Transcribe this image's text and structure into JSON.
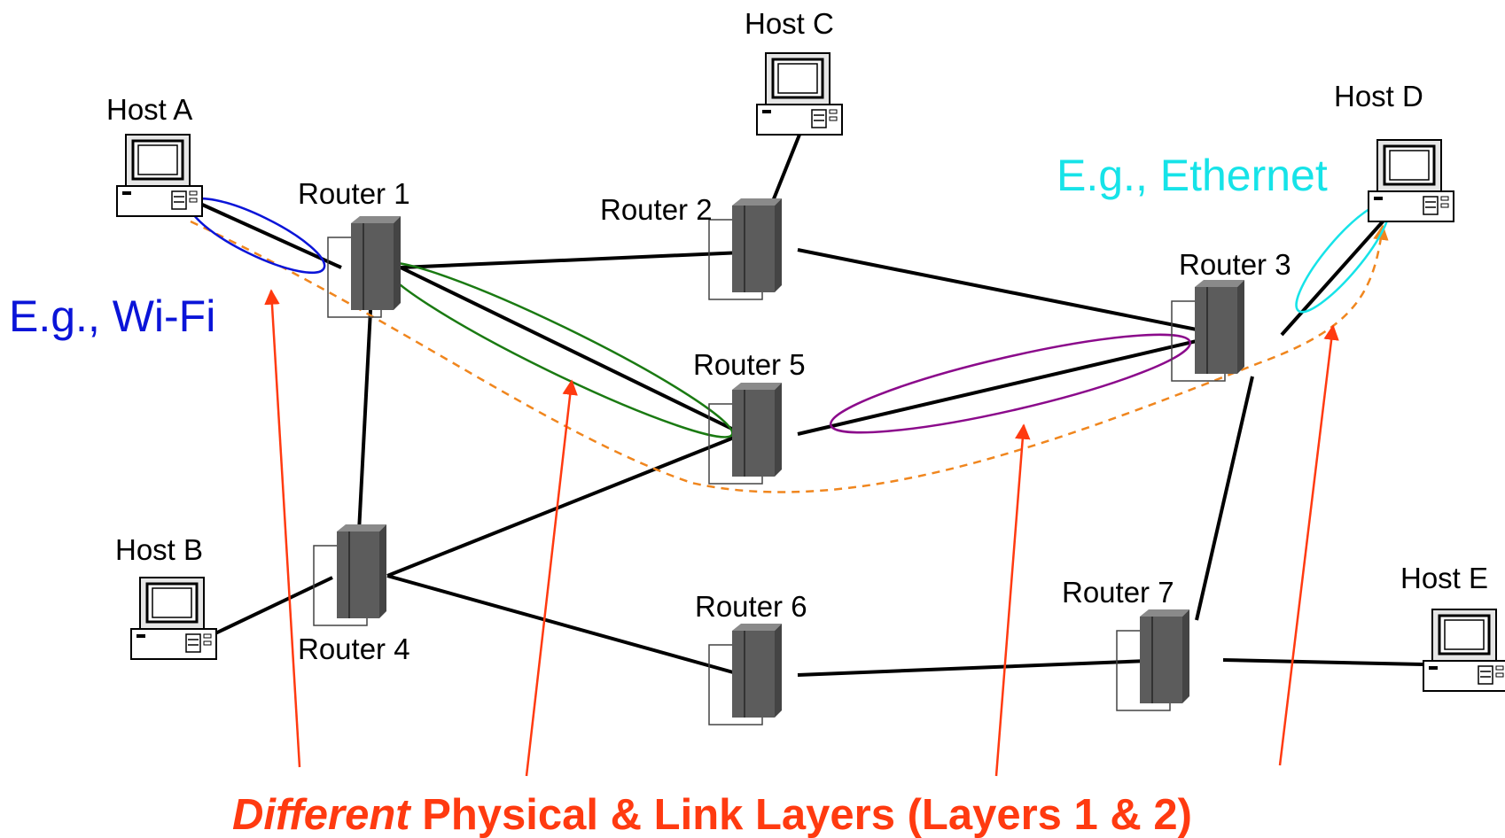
{
  "hosts": {
    "a": "Host A",
    "b": "Host B",
    "c": "Host C",
    "d": "Host D",
    "e": "Host E"
  },
  "routers": {
    "r1": "Router 1",
    "r2": "Router 2",
    "r3": "Router 3",
    "r4": "Router 4",
    "r5": "Router 5",
    "r6": "Router 6",
    "r7": "Router 7"
  },
  "annotations": {
    "wifi": "E.g., Wi-Fi",
    "ethernet": "E.g., Ethernet"
  },
  "caption": {
    "emphasis": "Different",
    "rest": " Physical & Link Layers (Layers 1 & 2)"
  },
  "colors": {
    "link": "#000000",
    "wifi": "#0a14d8",
    "ethernet": "#16e3e8",
    "green_link": "#1a7a12",
    "purple_link": "#8b0a8b",
    "path": "#f0861e",
    "caption": "#ff3a10",
    "router": "#5c5c5c"
  },
  "icons": {
    "host": "desktop-computer-icon",
    "router": "router-tower-icon"
  }
}
